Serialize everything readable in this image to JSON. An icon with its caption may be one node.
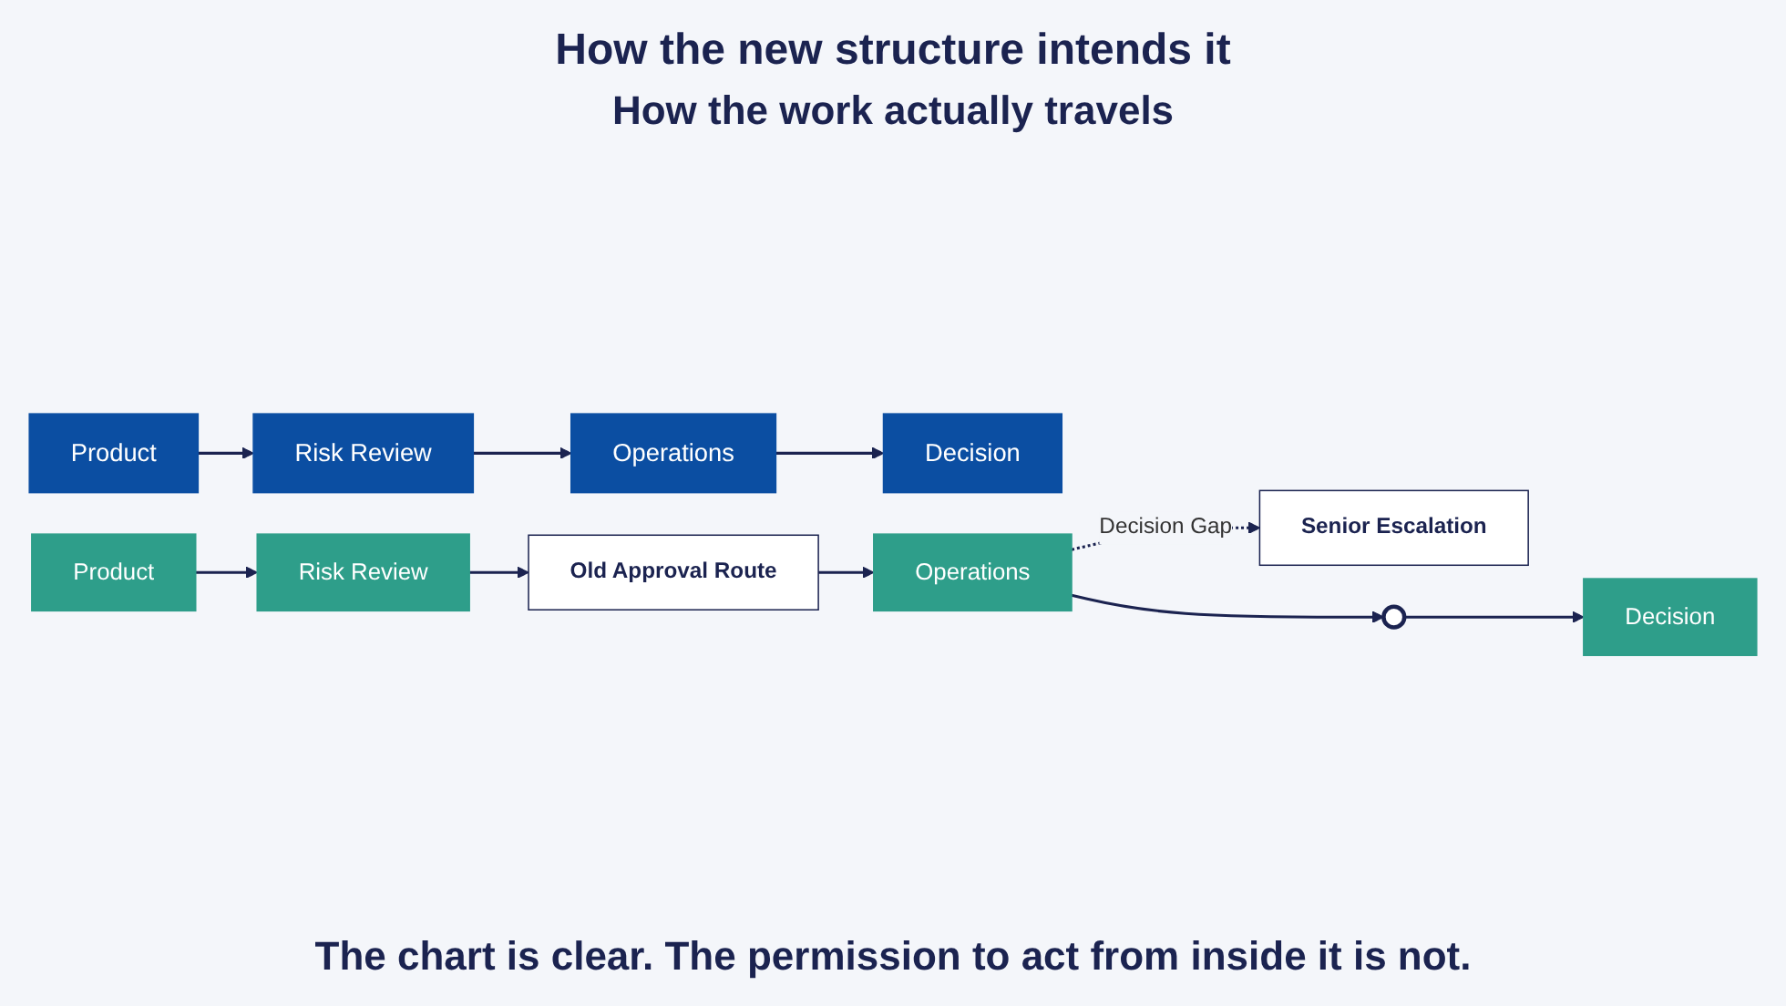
{
  "diagram": {
    "title": "How the new structure intends it",
    "nodes": [
      {
        "text": [
          "Product"
        ]
      },
      {
        "text": [
          "Risk Review"
        ]
      },
      {
        "text": [
          "Operations"
        ]
      },
      {
        "text": [
          "Decision"
        ]
      },
      {
        "text": [
          "Senior Escalation"
        ]
      },
      {
        "text": [
          "Product"
        ]
      },
      {
        "text": [
          "Risk Review"
        ]
      },
      {
        "text": [
          "Operations"
        ]
      },
      {
        "text": [],
        "shape": "circle"
      },
      {
        "text": [
          "Decision"
        ]
      },
      {
        "text": [
          "Old Approval Route"
        ]
      }
    ],
    "edges": [
      {
        "from": 0,
        "to": 1,
        "arrow": "to"
      },
      {
        "from": 1,
        "to": 2,
        "arrow": "to"
      },
      {
        "from": 2,
        "to": 3,
        "arrow": "to"
      },
      {
        "from": 5,
        "to": 6,
        "arrow": "to"
      },
      {
        "from": 6,
        "to": 10,
        "arrow": "to"
      },
      {
        "from": 10,
        "to": 7,
        "arrow": "to"
      },
      {
        "from": 7,
        "to": 4,
        "arrow": "to",
        "style": "dashed",
        "label": "Decision Gap"
      },
      {
        "from": 7,
        "to": 8,
        "arrow": "to"
      },
      {
        "from": 8,
        "to": 9,
        "arrow": "to"
      }
    ],
    "labels": [
      "How the work actually travels"
    ],
    "caption": "The chart is clear. The permission to act from inside it is not."
  }
}
